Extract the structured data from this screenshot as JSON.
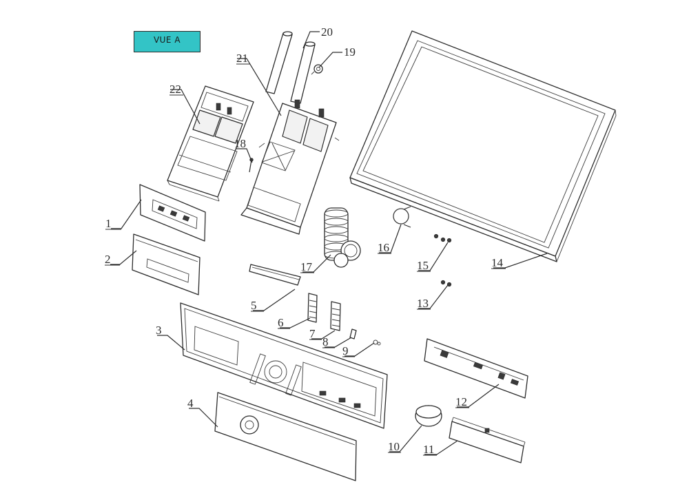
{
  "view_label": "VUE A",
  "callouts": [
    "1",
    "2",
    "3",
    "4",
    "5",
    "6",
    "7",
    "8",
    "9",
    "10",
    "11",
    "12",
    "13",
    "14",
    "15",
    "16",
    "17",
    "18",
    "19",
    "20",
    "21",
    "22"
  ]
}
